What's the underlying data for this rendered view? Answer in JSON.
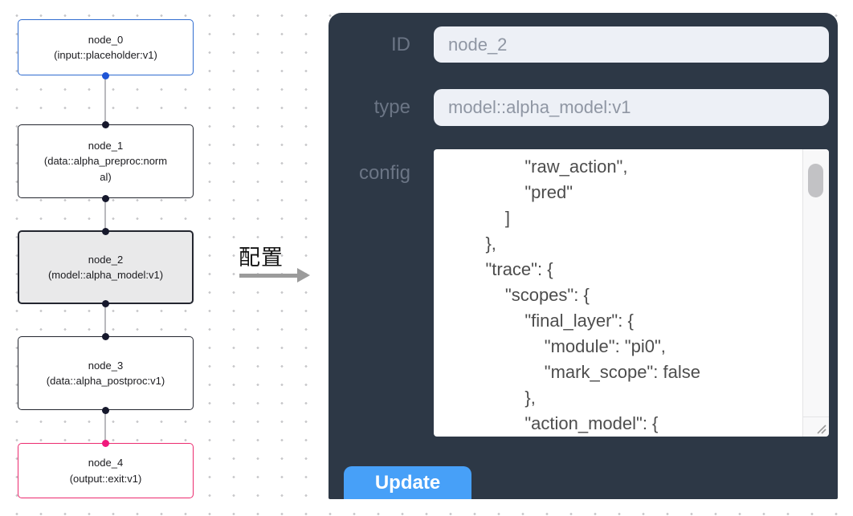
{
  "canvas": {
    "nodes": [
      {
        "title": "node_0",
        "subtitle": "(input::placeholder:v1)"
      },
      {
        "title": "node_1",
        "subtitle": "(data::alpha_preproc:normal)"
      },
      {
        "title": "node_2",
        "subtitle": "(model::alpha_model:v1)"
      },
      {
        "title": "node_3",
        "subtitle": "(data::alpha_postproc:v1)"
      },
      {
        "title": "node_4",
        "subtitle": "(output::exit:v1)"
      }
    ],
    "annotation_label": "配置"
  },
  "panel": {
    "id_label": "ID",
    "id_value": "node_2",
    "type_label": "type",
    "type_value": "model::alpha_model:v1",
    "config_label": "config",
    "config_text": "            \"raw_action\",\n            \"pred\"\n        ]\n    },\n    \"trace\": {\n        \"scopes\": {\n            \"final_layer\": {\n                \"module\": \"pi0\",\n                \"mark_scope\": false\n            },\n            \"action_model\": {",
    "update_label": "Update"
  },
  "colors": {
    "panel_bg": "#2d3846",
    "accent_blue": "#47a0f8",
    "input_node_border": "#2f6cd0",
    "output_node_border": "#ec2b6f",
    "default_node_border": "#23262f",
    "selected_node_bg": "#e9e9ea",
    "input_handle_dot": "#1f55d6",
    "output_handle_dot": "#f0197c"
  }
}
